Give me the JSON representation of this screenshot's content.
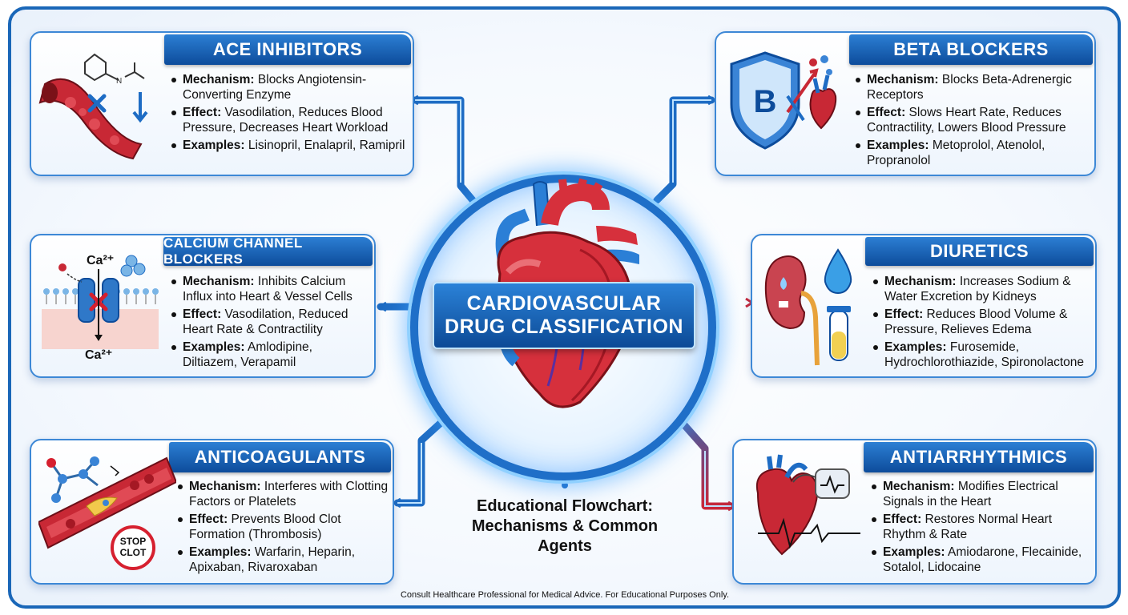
{
  "diagram": {
    "center": {
      "title_line1": "CARDIOVASCULAR",
      "title_line2": "DRUG CLASSIFICATION"
    },
    "subtitle_line1": "Educational Flowchart:",
    "subtitle_line2": "Mechanisms & Common Agents",
    "footer": "Consult Healthcare Professional for Medical Advice. For Educational Purposes Only.",
    "labels": {
      "mechanism": "Mechanism:",
      "effect": "Effect:",
      "examples": "Examples:"
    },
    "illustration_text": {
      "ca_top": "Ca²⁺",
      "ca_bottom": "Ca²⁺",
      "shield_letter": "B",
      "stop_line1": "STOP",
      "stop_line2": "CLOT"
    },
    "cards": {
      "ace": {
        "title": "ACE INHIBITORS",
        "icon": "blood-vessel-icon",
        "mechanism": "Blocks Angiotensin-Converting Enzyme",
        "effect": "Vasodilation, Reduces Blood Pressure, Decreases Heart Workload",
        "examples": "Lisinopril, Enalapril, Ramipril"
      },
      "beta": {
        "title": "BETA BLOCKERS",
        "icon": "shield-heart-icon",
        "mechanism": "Blocks Beta-Adrenergic Receptors",
        "effect": "Slows Heart Rate, Reduces Contractility, Lowers Blood Pressure",
        "examples": "Metoprolol, Atenolol, Propranolol"
      },
      "ccb": {
        "title": "CALCIUM CHANNEL BLOCKERS",
        "icon": "calcium-channel-icon",
        "mechanism": "Inhibits Calcium Influx into Heart & Vessel Cells",
        "effect": "Vasodilation, Reduced Heart Rate & Contractility",
        "examples": "Amlodipine, Diltiazem, Verapamil"
      },
      "diuretics": {
        "title": "DIURETICS",
        "icon": "kidney-droplet-icon",
        "mechanism": "Increases Sodium & Water Excretion by Kidneys",
        "effect": "Reduces Blood Volume & Pressure, Relieves Edema",
        "examples": "Furosemide, Hydrochlorothiazide, Spironolactone"
      },
      "anticoag": {
        "title": "ANTICOAGULANTS",
        "icon": "blood-clot-icon",
        "mechanism": "Interferes with Clotting Factors or Platelets",
        "effect": "Prevents Blood Clot Formation (Thrombosis)",
        "examples": "Warfarin, Heparin, Apixaban, Rivaroxaban"
      },
      "antiarr": {
        "title": "ANTIARRHYTHMICS",
        "icon": "heart-pacemaker-icon",
        "mechanism": "Modifies Electrical Signals in the Heart",
        "effect": "Restores Normal Heart Rhythm & Rate",
        "examples": "Amiodarone, Flecainide, Sotalol, Lidocaine"
      }
    },
    "colors": {
      "frame": "#1a67b8",
      "title_bar": "#0d4c9b",
      "connector_blue": "#1e6cc4",
      "connector_red": "#c8283a"
    }
  }
}
